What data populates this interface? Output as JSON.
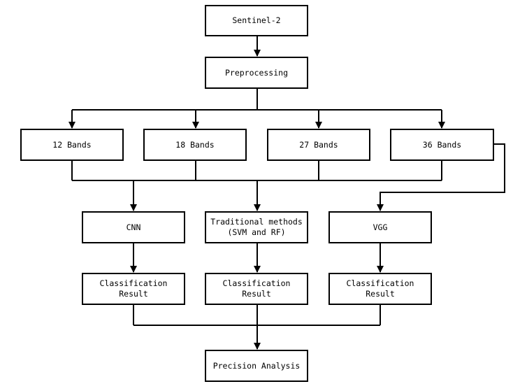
{
  "nodes": {
    "sentinel": "Sentinel-2",
    "preprocessing": "Preprocessing",
    "bands12": "12 Bands",
    "bands18": "18 Bands",
    "bands27": "27 Bands",
    "bands36": "36 Bands",
    "cnn": "CNN",
    "traditional_line1": "Traditional methods",
    "traditional_line2": "(SVM and RF)",
    "vgg": "VGG",
    "result_cnn_line1": "Classification",
    "result_cnn_line2": "Result",
    "result_trad_line1": "Classification",
    "result_trad_line2": "Result",
    "result_vgg_line1": "Classification",
    "result_vgg_line2": "Result",
    "precision": "Precision Analysis"
  },
  "colors": {
    "stroke": "#000000",
    "fill": "#ffffff"
  }
}
